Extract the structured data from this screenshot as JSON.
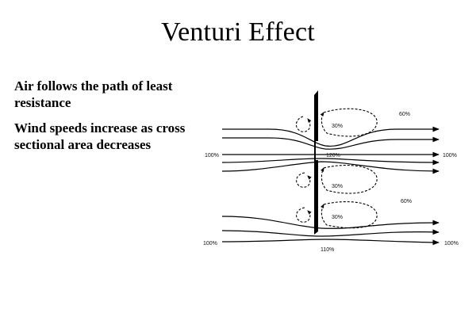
{
  "slide": {
    "title": "Venturi Effect",
    "bullets": [
      "Air follows the path of least resistance",
      "Wind speeds increase as cross sectional area decreases"
    ]
  },
  "diagram": {
    "labels": {
      "upstream_top": "100%",
      "downstream_top": "100%",
      "gap_center": "120%",
      "eddy_top_pct": "30%",
      "eddy_middle_pct": "30%",
      "eddy_bottom_pct": "30%",
      "top_right": "60%",
      "middle_right": "60%",
      "upstream_bottom": "100%",
      "downstream_bottom": "100%",
      "bottom_center": "110%"
    }
  }
}
